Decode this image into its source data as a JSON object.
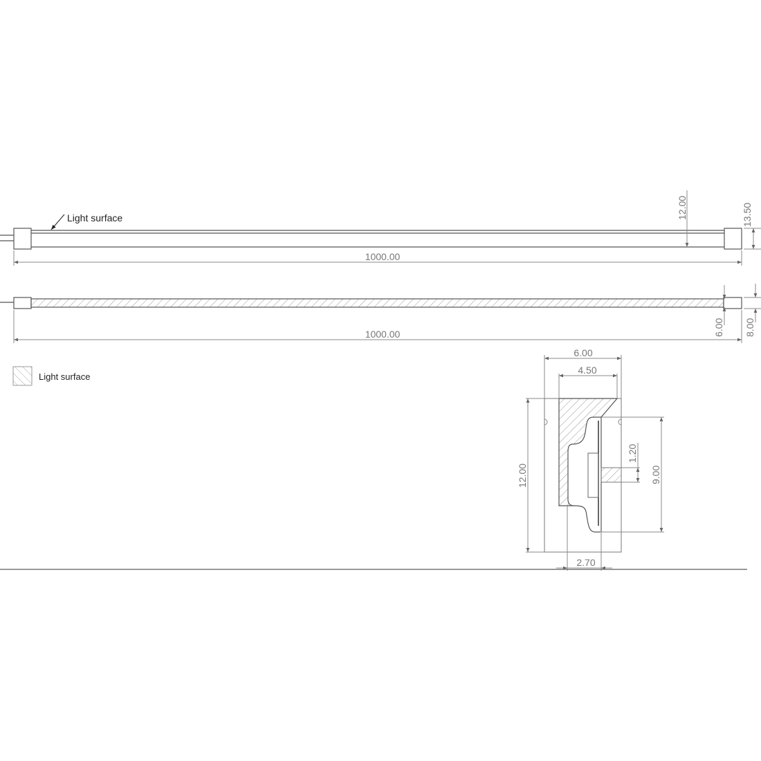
{
  "drawing": {
    "top_view": {
      "annotation": "Light surface",
      "length_label": "1000.00",
      "height_label": "12.00",
      "endcap_height_label": "13.50"
    },
    "side_view": {
      "length_label": "1000.00",
      "height_label": "6.00",
      "endcap_height_label": "8.00"
    },
    "legend": {
      "label": "Light surface"
    },
    "cross_section": {
      "total_width_label": "6.00",
      "inner_width_label": "4.50",
      "total_height_label": "12.00",
      "pcb_height_label": "9.00",
      "led_thickness_label": "1.20",
      "base_width_label": "2.70"
    },
    "colors": {
      "line": "#555555",
      "dimension": "#888888",
      "hatch": "#999999",
      "background": "#ffffff"
    }
  }
}
